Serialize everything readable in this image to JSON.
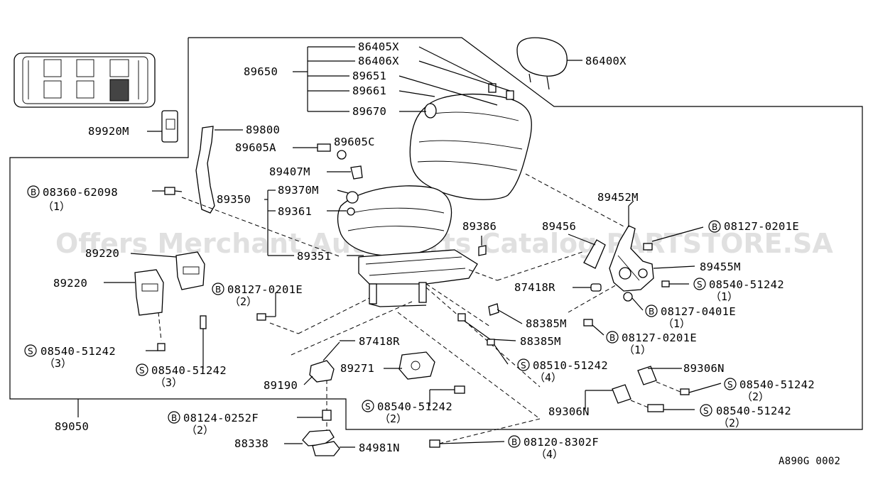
{
  "watermark": "Offers Merchant Auto Parts Catalog PARTSTORE.SA",
  "diagram_code": "A890G 0002",
  "parts": {
    "p86405x": "86405X",
    "p86406x": "86406X",
    "p89650": "89650",
    "p89651": "89651",
    "p89661": "89661",
    "p89670": "89670",
    "p86400x": "86400X",
    "p89920m": "89920M",
    "p89800": "89800",
    "p89605a": "89605A",
    "p89605c": "89605C",
    "p89407m": "89407M",
    "p89350": "89350",
    "p89370m": "89370M",
    "p89361": "89361",
    "p89351": "89351",
    "p89386": "89386",
    "p89456": "89456",
    "p89452m": "89452M",
    "p89455m": "89455M",
    "p87418r_a": "87418R",
    "p87418r_b": "87418R",
    "p88385m_a": "88385M",
    "p88385m_b": "88385M",
    "p89220_a": "89220",
    "p89220_b": "89220",
    "p89190": "89190",
    "p89271": "89271",
    "p89306n_a": "89306N",
    "p89306n_b": "89306N",
    "p89050": "89050",
    "p88338": "88338",
    "p84981n": "84981N"
  },
  "bolts": {
    "b1": {
      "prefix": "B",
      "number": "08360-62098",
      "qty": "（1）"
    },
    "b2": {
      "prefix": "B",
      "number": "08127-0201E",
      "qty": "（2）"
    },
    "b3": {
      "prefix": "B",
      "number": "08127-0201E",
      "qty": ""
    },
    "b4": {
      "prefix": "B",
      "number": "08127-0401E",
      "qty": "（1）"
    },
    "b5": {
      "prefix": "B",
      "number": "08127-0201E",
      "qty": "（1）"
    },
    "b6": {
      "prefix": "B",
      "number": "08124-0252F",
      "qty": "（2）"
    },
    "b7": {
      "prefix": "B",
      "number": "08120-8302F",
      "qty": "（4）"
    }
  },
  "screws": {
    "s1": {
      "prefix": "S",
      "number": "08540-51242",
      "qty": "（3）"
    },
    "s2": {
      "prefix": "S",
      "number": "08540-51242",
      "qty": "（3）"
    },
    "s3": {
      "prefix": "S",
      "number": "08540-51242",
      "qty": "（1）"
    },
    "s4": {
      "prefix": "S",
      "number": "08510-51242",
      "qty": "（4）"
    },
    "s5": {
      "prefix": "S",
      "number": "08540-51242",
      "qty": "（2）"
    },
    "s6": {
      "prefix": "S",
      "number": "08540-51242",
      "qty": "（2）"
    },
    "s7": {
      "prefix": "S",
      "number": "08540-51242",
      "qty": "（2）"
    }
  }
}
